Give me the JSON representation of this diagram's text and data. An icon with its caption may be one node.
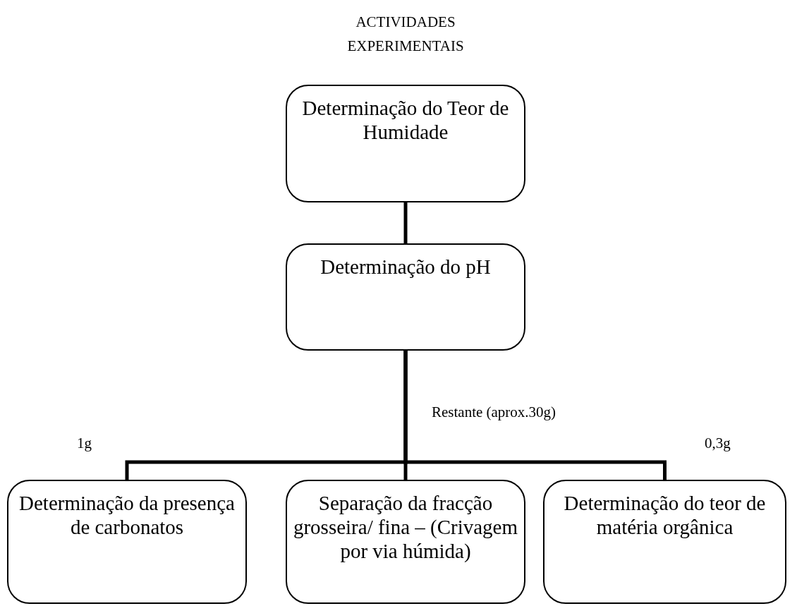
{
  "diagram": {
    "title": "ACTIVIDADES EXPERIMENTAIS",
    "nodes": [
      {
        "text": [
          "Determinação do Teor de Humidade"
        ]
      },
      {
        "text": [
          "Determinação do pH"
        ]
      },
      {
        "text": [
          "Determinação da presença de carbonatos"
        ]
      },
      {
        "text": [
          "Separação da fracção grosseira/ fina – (Crivagem por via húmida)"
        ]
      },
      {
        "text": [
          "Determinação do teor de matéria orgânica"
        ]
      }
    ],
    "edges": [
      {
        "from": 0,
        "to": 1,
        "arrow": "none"
      },
      {
        "from": 1,
        "to": 2,
        "arrow": "none",
        "label": "1g"
      },
      {
        "from": 1,
        "to": 3,
        "arrow": "none",
        "label": "Restante (aprox.30g)"
      },
      {
        "from": 1,
        "to": 4,
        "arrow": "none",
        "label": "0,3g"
      }
    ]
  }
}
